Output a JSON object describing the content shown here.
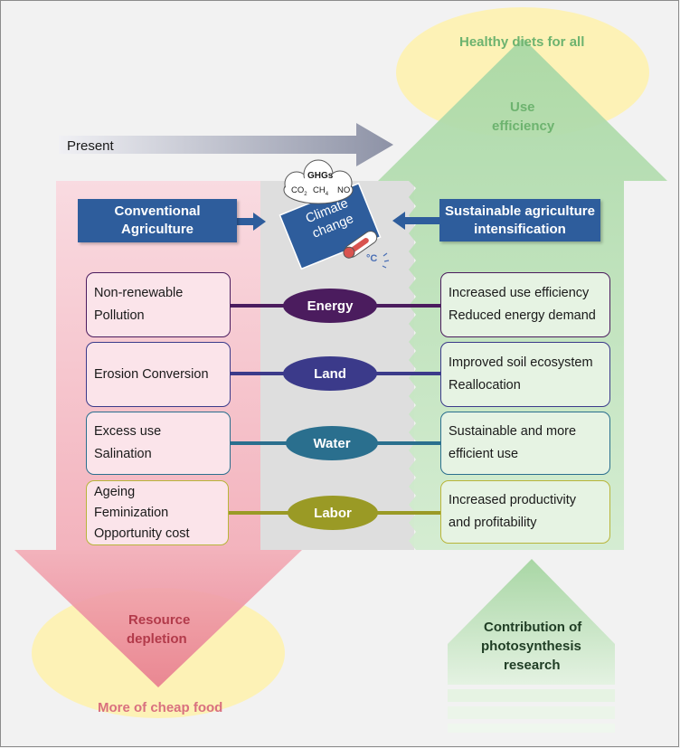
{
  "top_goal": "Healthy diets for all",
  "up_arrow": {
    "line1": "Use",
    "line2": "efficiency"
  },
  "present_label": "Present",
  "conventional": {
    "line1": "Conventional",
    "line2": "Agriculture"
  },
  "sustainable": {
    "line1": "Sustainable agriculture",
    "line2": "intensification"
  },
  "climate": {
    "line1": "Climate",
    "line2": "change",
    "ghg_title": "GHGs",
    "gas_co2": "CO",
    "gas_co2_sub": "2",
    "gas_ch4": "CH",
    "gas_ch4_sub": "4",
    "gas_no": "NO",
    "temp_unit": "°C"
  },
  "rows": [
    {
      "resource": "Energy",
      "left": [
        "Non-renewable",
        "Pollution"
      ],
      "right": [
        "Increased use efficiency",
        "Reduced energy demand"
      ],
      "color": "#4b1c5e"
    },
    {
      "resource": "Land",
      "left": [
        "Erosion Conversion"
      ],
      "right": [
        "Improved soil ecosystem",
        "Reallocation"
      ],
      "color": "#3b3a8a"
    },
    {
      "resource": "Water",
      "left": [
        "Excess use",
        "Salination"
      ],
      "right": [
        "Sustainable and more",
        "efficient use"
      ],
      "color": "#2a6f8e"
    },
    {
      "resource": "Labor",
      "left": [
        "Ageing",
        "Feminization",
        "Opportunity cost"
      ],
      "right": [
        "Increased productivity",
        "and profitability"
      ],
      "color": "#9a9a25"
    }
  ],
  "resource_depletion": {
    "line1": "Resource",
    "line2": "depletion"
  },
  "bottom_left": "More of cheap food",
  "photosynthesis": {
    "line1": "Contribution of",
    "line2": "photosynthesis",
    "line3": "research"
  },
  "colors": {
    "pink_panel": "#f8d2da",
    "gray_panel": "#dedede",
    "green_panel": "#c9e6c4",
    "yellow_ellipse": "#fdf2b6",
    "header_blue": "#2e5d9c"
  }
}
